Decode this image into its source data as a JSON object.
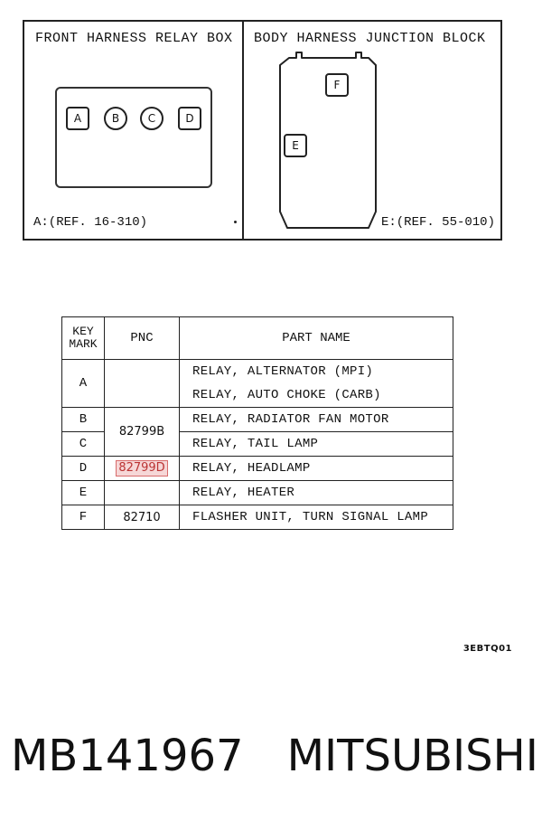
{
  "panels": {
    "left": {
      "title": "FRONT HARNESS RELAY BOX",
      "ref": "A:(REF. 16-310)",
      "slots": [
        "A",
        "B",
        "C",
        "D"
      ]
    },
    "right": {
      "title": "BODY HARNESS JUNCTION BLOCK",
      "ref": "E:(REF. 55-010)",
      "slots": [
        "F",
        "E"
      ]
    }
  },
  "table": {
    "headers": {
      "key_mark": "KEY MARK",
      "pnc": "PNC",
      "part_name": "PART NAME"
    },
    "rows": [
      {
        "key": "A",
        "pnc": "",
        "names": [
          "RELAY, ALTERNATOR (MPI)",
          "RELAY, AUTO CHOKE (CARB)"
        ]
      },
      {
        "key": "B",
        "pnc": "82799B",
        "names": [
          "RELAY, RADIATOR FAN MOTOR"
        ]
      },
      {
        "key": "C",
        "pnc": "",
        "names": [
          "RELAY, TAIL LAMP"
        ]
      },
      {
        "key": "D",
        "pnc": "82799D",
        "names": [
          "RELAY, HEADLAMP"
        ],
        "highlighted": true
      },
      {
        "key": "E",
        "pnc": "",
        "names": [
          "RELAY, HEATER"
        ]
      },
      {
        "key": "F",
        "pnc": "82710",
        "names": [
          "FLASHER UNIT, TURN SIGNAL LAMP"
        ]
      }
    ]
  },
  "figure_code": "3EBTQ01",
  "footer": {
    "part_number": "MB141967",
    "brand": "MITSUBISHI"
  },
  "colors": {
    "highlight_border": "#d86b6b",
    "highlight_fill": "#f6d7d7"
  }
}
